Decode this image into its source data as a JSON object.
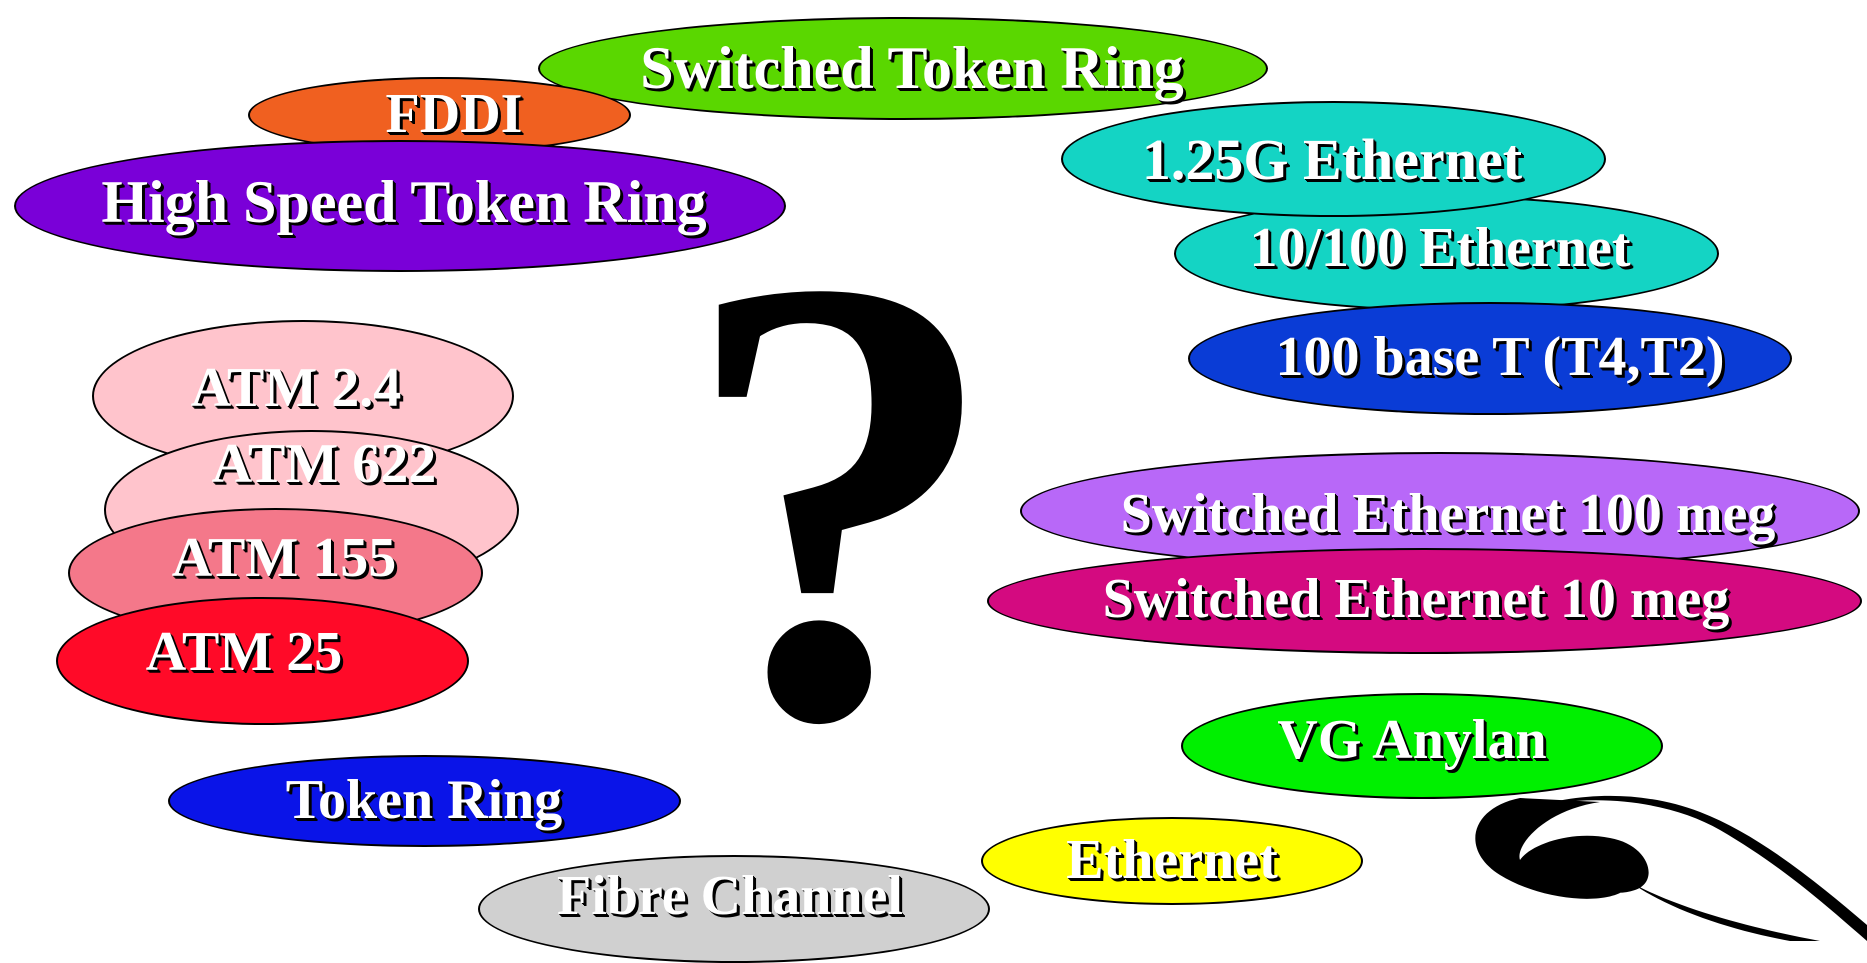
{
  "technologies": {
    "switched_token_ring": {
      "label": "Switched Token Ring",
      "color": "#5ad700"
    },
    "fddi": {
      "label": "FDDI",
      "color": "#f06020"
    },
    "high_speed_token_ring": {
      "label": "High Speed Token Ring",
      "color": "#7a00d8"
    },
    "gig_ethernet": {
      "label": "1.25G Ethernet",
      "color": "#14d4c4"
    },
    "ten_hundred_ethernet": {
      "label": "10/100 Ethernet",
      "color": "#14d4c4"
    },
    "hundred_base_t": {
      "label": "100 base T (T4,T2)",
      "color": "#0a3cd6"
    },
    "atm_24": {
      "label": "ATM 2.4",
      "color": "#ffc4cc"
    },
    "atm_622": {
      "label": "ATM 622",
      "color": "#ffc4cc"
    },
    "atm_155": {
      "label": "ATM 155",
      "color": "#f4788a"
    },
    "atm_25": {
      "label": "ATM 25",
      "color": "#ff0a28"
    },
    "switched_ethernet_100": {
      "label": "Switched Ethernet 100 meg",
      "color": "#b868f8"
    },
    "switched_ethernet_10": {
      "label": "Switched Ethernet 10 meg",
      "color": "#d40a80"
    },
    "vg_anylan": {
      "label": "VG Anylan",
      "color": "#00f000"
    },
    "token_ring": {
      "label": "Token Ring",
      "color": "#0a14e8"
    },
    "ethernet": {
      "label": "Ethernet",
      "color": "#ffff00"
    },
    "fibre_channel": {
      "label": "Fibre Channel",
      "color": "#d0d0d0"
    }
  },
  "question_mark": "?",
  "logo_icon": "swirl-logo-icon"
}
